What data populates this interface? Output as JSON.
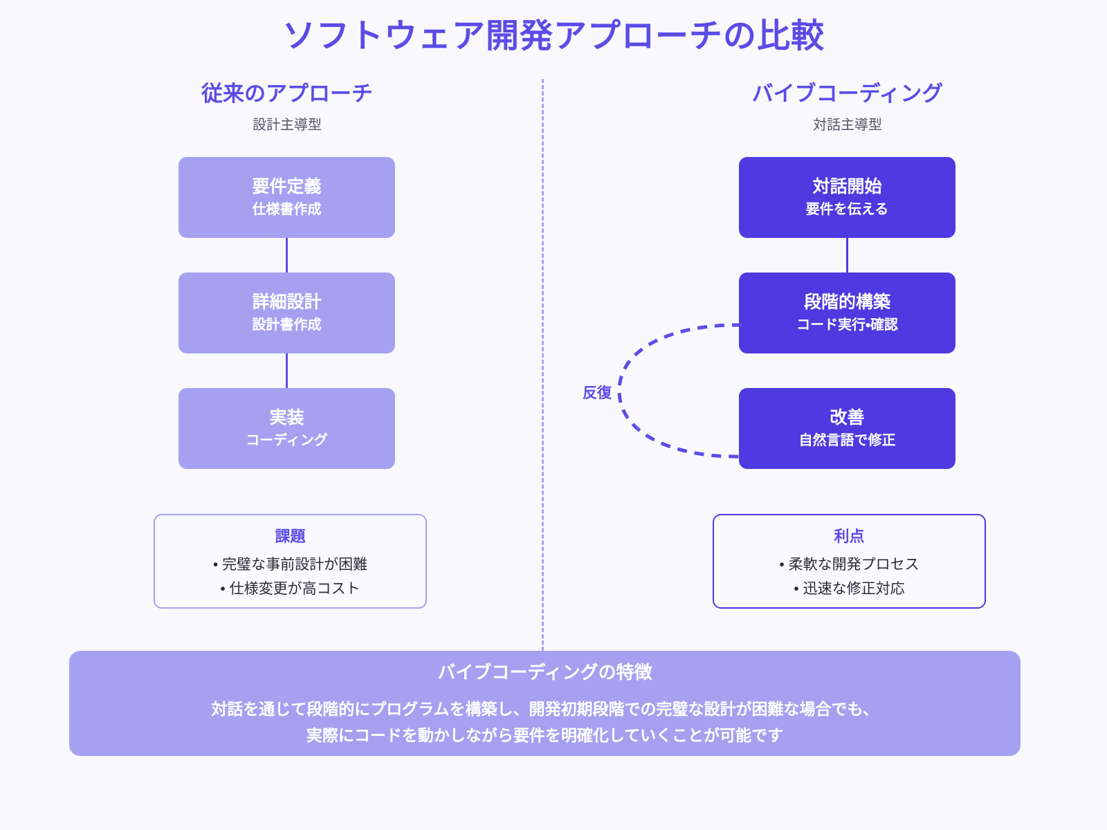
{
  "title": "ソフトウェア開発アプローチの比較",
  "colors": {
    "accent": "#5b4ce6",
    "light_box": "#a5a1f0",
    "dark_box": "#4f39e0",
    "background": "#f8f8fd",
    "body_text": "#2b2b35",
    "subtitle_text": "#555566"
  },
  "columns": {
    "left": {
      "title": "従来のアプローチ",
      "subtitle": "設計主導型",
      "steps": [
        {
          "title": "要件定義",
          "sub": "仕様書作成"
        },
        {
          "title": "詳細設計",
          "sub": "設計書作成"
        },
        {
          "title": "実装",
          "sub": "コーディング"
        }
      ],
      "callout": {
        "title": "課題",
        "items": [
          "• 完璧な事前設計が困難",
          "• 仕様変更が高コスト"
        ]
      }
    },
    "right": {
      "title": "バイブコーディング",
      "subtitle": "対話主導型",
      "steps": [
        {
          "title": "対話開始",
          "sub": "要件を伝える"
        },
        {
          "title": "段階的構築",
          "sub": "コード実行・確認"
        },
        {
          "title": "改善",
          "sub": "自然言語で修正"
        }
      ],
      "callout": {
        "title": "利点",
        "items": [
          "• 柔軟な開発プロセス",
          "• 迅速な修正対応"
        ]
      }
    }
  },
  "loop": {
    "label": "反復"
  },
  "banner": {
    "title": "バイブコーディングの特徴",
    "line1": "対話を通じて段階的にプログラムを構築し、開発初期段階での完璧な設計が困難な場合でも、",
    "line2": "実際にコードを動かしながら要件を明確化していくことが可能です"
  }
}
